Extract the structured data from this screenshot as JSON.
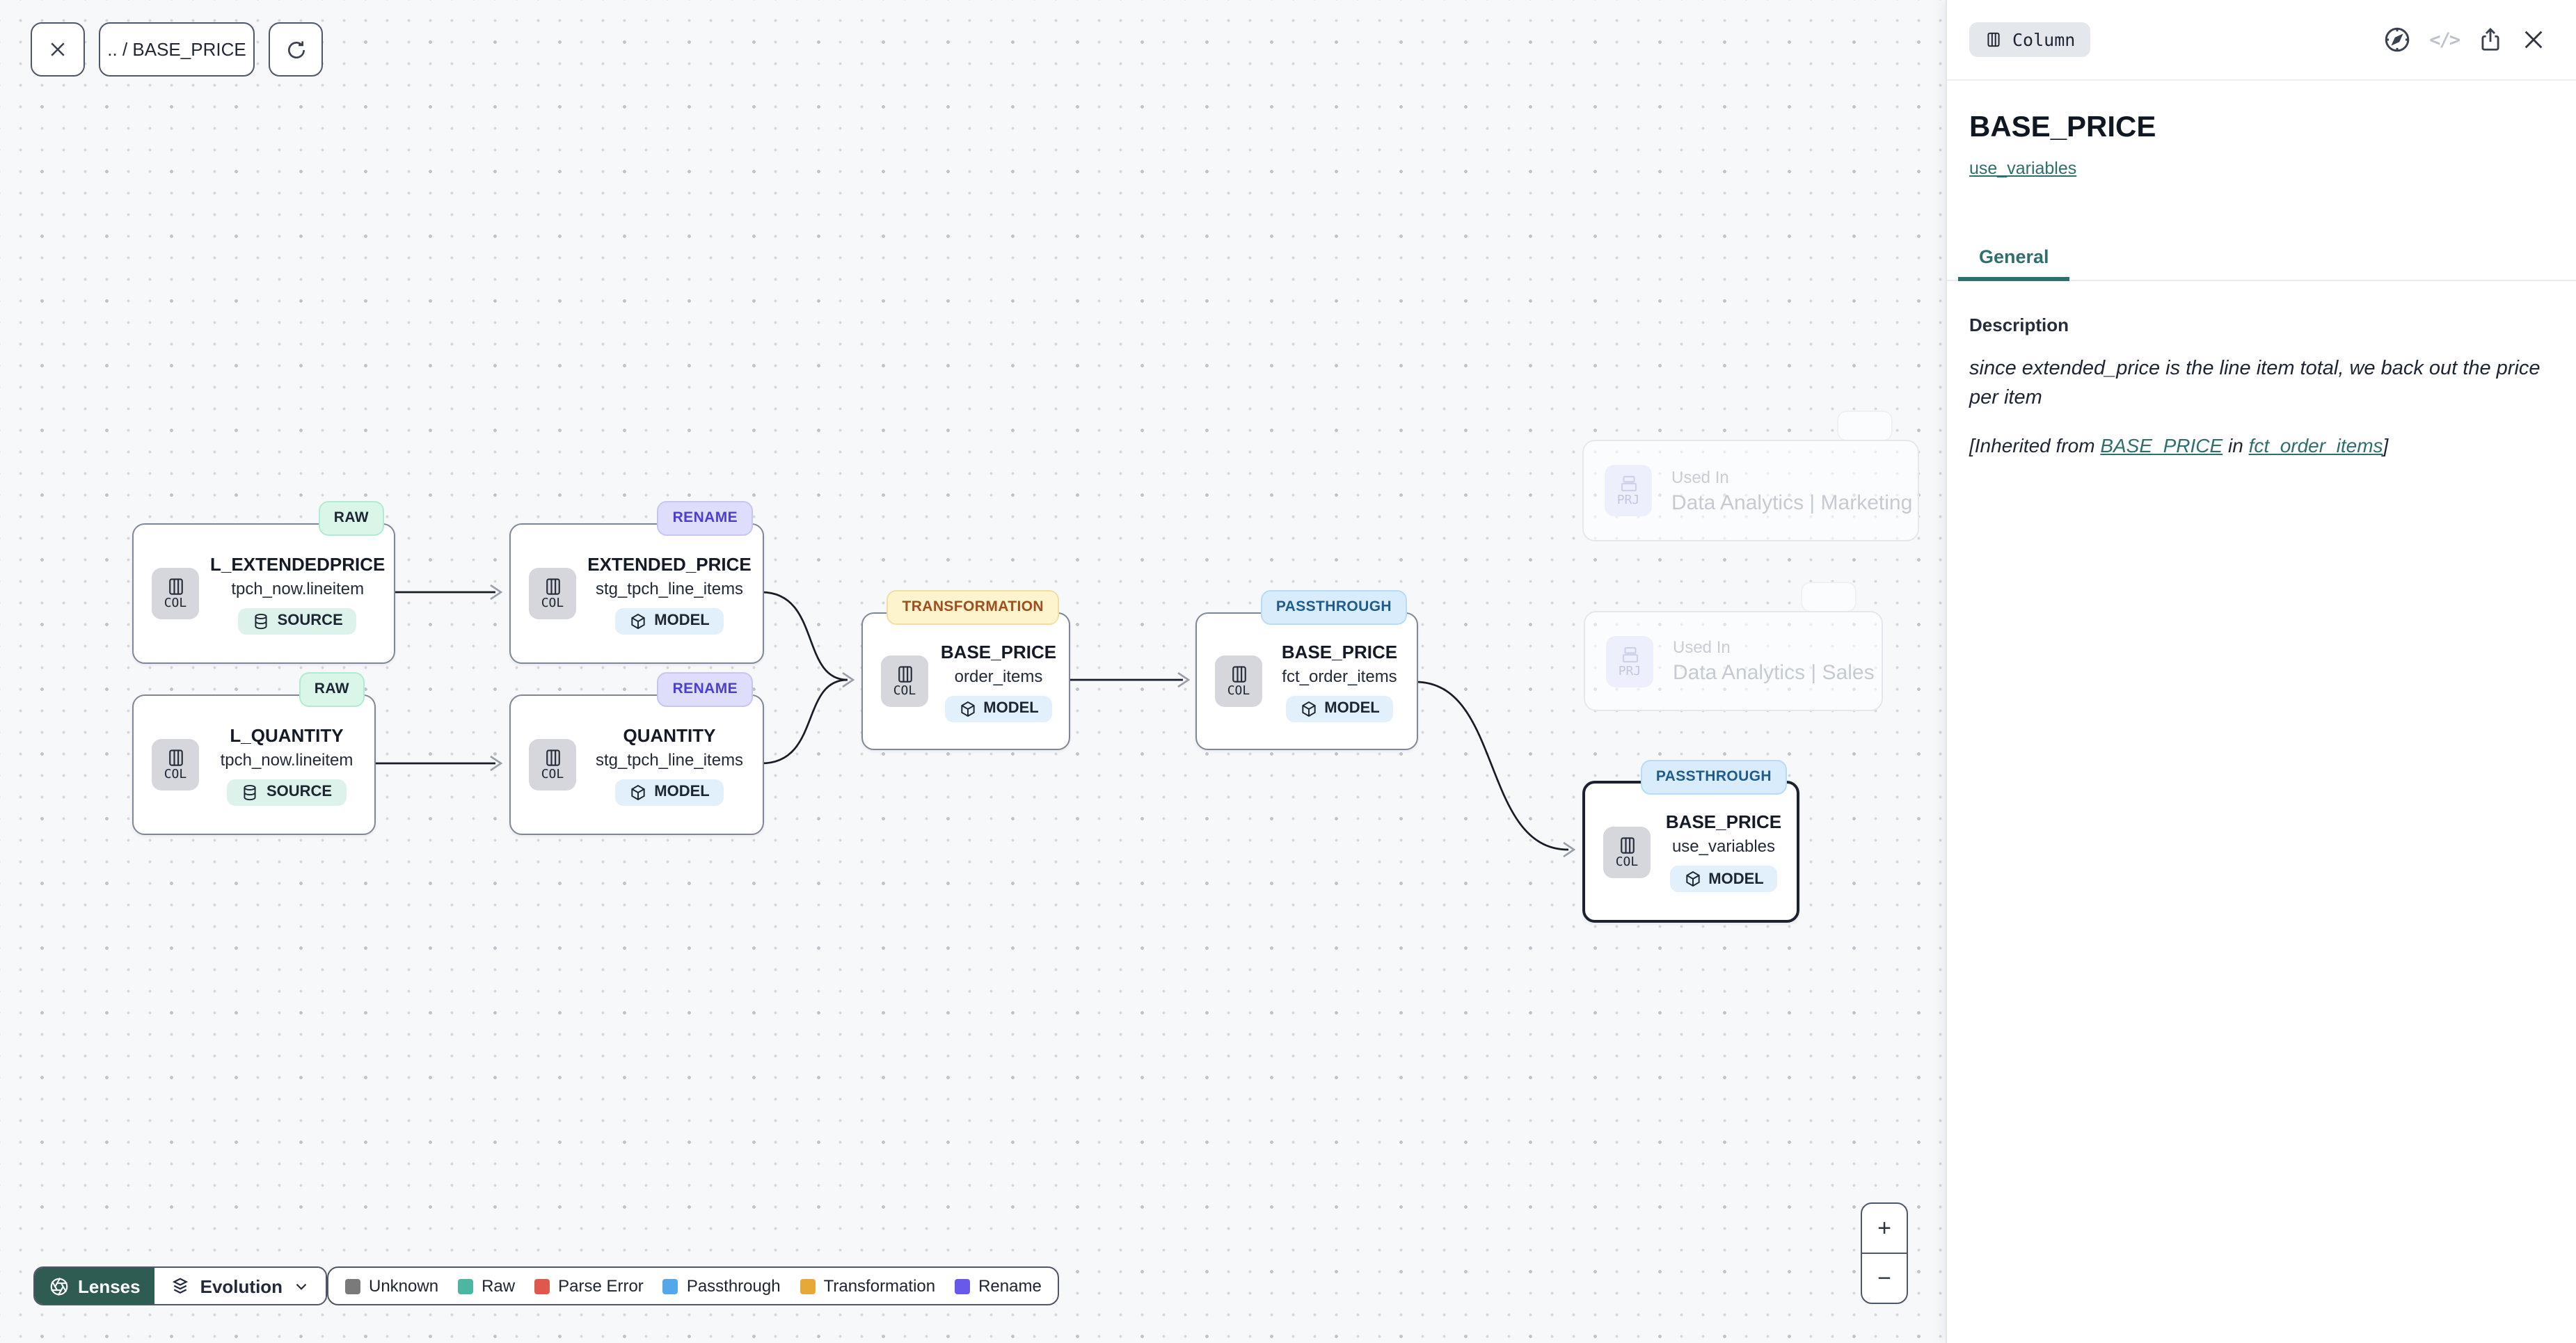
{
  "toolbar": {
    "breadcrumb": ".. / BASE_PRICE"
  },
  "canvas": {
    "nodes": [
      {
        "badge": "RAW",
        "kind": "COL",
        "title": "L_EXTENDEDPRICE",
        "subtitle": "tpch_now.lineitem",
        "type": "SOURCE"
      },
      {
        "badge": "RENAME",
        "kind": "COL",
        "title": "EXTENDED_PRICE",
        "subtitle": "stg_tpch_line_items",
        "type": "MODEL"
      },
      {
        "badge": "RAW",
        "kind": "COL",
        "title": "L_QUANTITY",
        "subtitle": "tpch_now.lineitem",
        "type": "SOURCE"
      },
      {
        "badge": "RENAME",
        "kind": "COL",
        "title": "QUANTITY",
        "subtitle": "stg_tpch_line_items",
        "type": "MODEL"
      },
      {
        "badge": "TRANSFORMATION",
        "kind": "COL",
        "title": "BASE_PRICE",
        "subtitle": "order_items",
        "type": "MODEL"
      },
      {
        "badge": "PASSTHROUGH",
        "kind": "COL",
        "title": "BASE_PRICE",
        "subtitle": "fct_order_items",
        "type": "MODEL"
      },
      {
        "badge": "PASSTHROUGH",
        "kind": "COL",
        "title": "BASE_PRICE",
        "subtitle": "use_variables",
        "type": "MODEL"
      }
    ],
    "used_in": [
      {
        "kind": "PRJ",
        "label": "Used In",
        "name": "Data Analytics | Marketing"
      },
      {
        "kind": "PRJ",
        "label": "Used In",
        "name": "Data Analytics | Sales"
      }
    ]
  },
  "lenses": {
    "label": "Lenses",
    "selected": "Evolution"
  },
  "legend": {
    "items": [
      {
        "label": "Unknown",
        "color": "#7a7a7a"
      },
      {
        "label": "Raw",
        "color": "#4db6a2"
      },
      {
        "label": "Parse Error",
        "color": "#e0584d"
      },
      {
        "label": "Passthrough",
        "color": "#54a7e8"
      },
      {
        "label": "Transformation",
        "color": "#e8a837"
      },
      {
        "label": "Rename",
        "color": "#6859ea"
      }
    ]
  },
  "zoom_controls": {
    "zoom_in": "+",
    "zoom_out": "−"
  },
  "panel": {
    "type_badge": "Column",
    "title": "BASE_PRICE",
    "subtitle_link": "use_variables",
    "tabs": [
      {
        "label": "General"
      }
    ],
    "description": {
      "heading": "Description",
      "text": "since extended_price is the line item total, we back out the price per item",
      "inherited_prefix": "[Inherited from ",
      "inherited_link1": "BASE_PRICE",
      "inherited_mid": " in ",
      "inherited_link2": "fct_order_items",
      "inherited_suffix": "]"
    }
  },
  "colors": {
    "accent_teal": "#2e6e6c",
    "lenses_bg": "#2e5c53",
    "raw_badge_bg": "#d9f6e9",
    "rename_badge_bg": "#deddfb",
    "transformation_badge_bg": "#fdf3cd",
    "passthrough_badge_bg": "#d9ecfc"
  }
}
